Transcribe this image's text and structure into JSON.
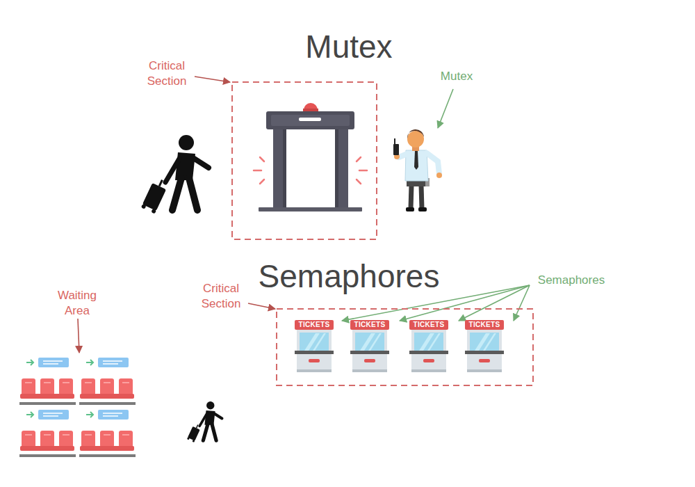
{
  "diagram": {
    "nodes": [
      {
        "text": [
          "Critical Section"
        ]
      },
      {
        "text": [
          "Critical Section"
        ]
      },
      {
        "text": [
          "TICKETS"
        ],
        "in": 1
      },
      {
        "text": [
          "TICKETS"
        ],
        "in": 1
      },
      {
        "text": [
          "TICKETS"
        ],
        "in": 1
      },
      {
        "text": [
          "TICKETS"
        ],
        "in": 1
      }
    ],
    "labels": [
      "Mutex",
      "Mutex",
      "Semaphores",
      "Waiting Area",
      "Semaphores"
    ]
  }
}
